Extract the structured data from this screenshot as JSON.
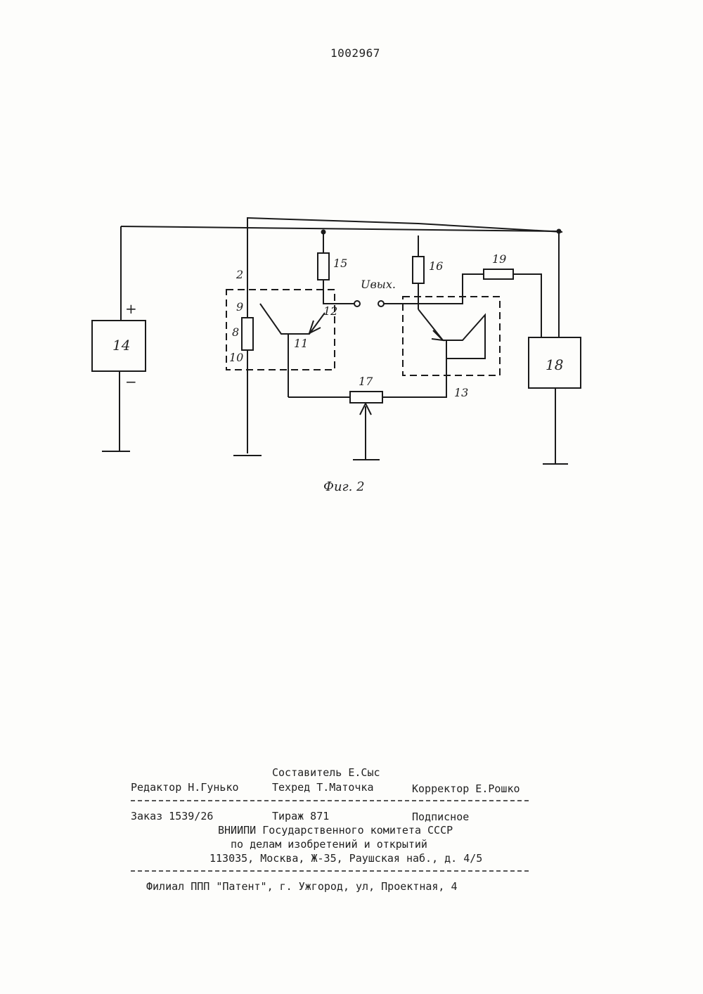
{
  "document": {
    "number": "1002967",
    "figure_caption": "Фиг. 2"
  },
  "diagram": {
    "labels": {
      "power_source": "14",
      "plus": "+",
      "minus": "−",
      "load": "18",
      "block_left": "2",
      "pin9": "9",
      "pin8": "8",
      "pin10": "10",
      "transistor_left": "11",
      "pin12": "12",
      "resistor15": "15",
      "resistor16": "16",
      "resistor19": "19",
      "block_right": "13",
      "potentiometer": "17",
      "output_label": "Uвых."
    }
  },
  "footer": {
    "compiler": "Составитель Е.Сыс",
    "editor": "Редактор Н.Гунько",
    "techred": "Техред Т.Маточка",
    "corrector": "Корректор Е.Рошко",
    "order": "Заказ 1539/26",
    "circulation": "Тираж 871",
    "subscription": "Подписное",
    "org_line1": "ВНИИПИ Государственного комитета СССР",
    "org_line2": "по делам изобретений и открытий",
    "address": "113035, Москва, Ж-35, Раушская наб., д. 4/5",
    "branch": "Филиал ППП \"Патент\", г. Ужгород, ул, Проектная, 4"
  }
}
